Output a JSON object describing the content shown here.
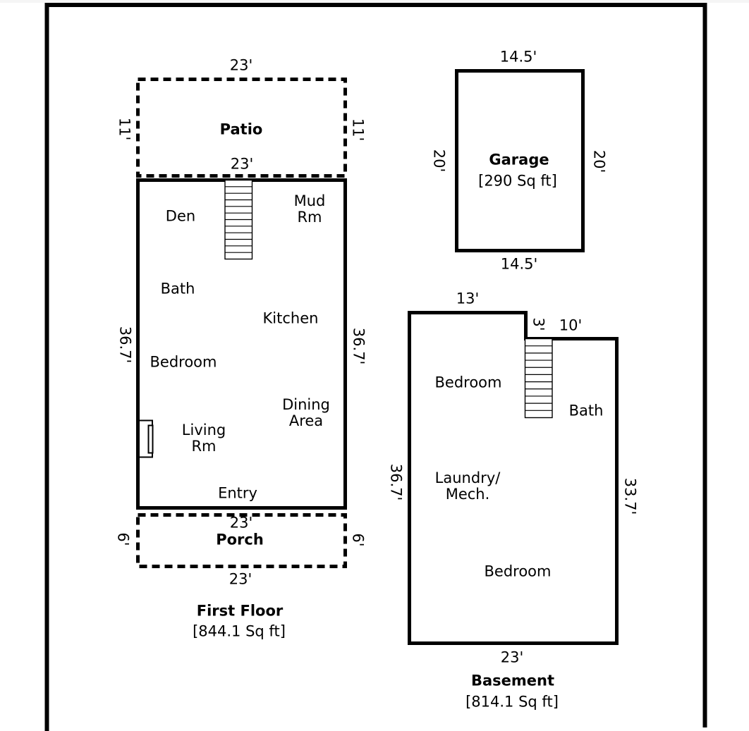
{
  "colors": {
    "line": "#000000",
    "background": "#ffffff"
  },
  "first_floor": {
    "title": "First Floor",
    "area": "[844.1 Sq ft]",
    "patio": {
      "name": "Patio",
      "width_top": "23'",
      "width_bottom": "23'",
      "height_left": "11'",
      "height_right": "11'"
    },
    "main": {
      "height_left": "36.7'",
      "height_right": "36.7'",
      "width_bottom": "23'",
      "rooms": {
        "den": "Den",
        "mud_room": "Mud\nRm",
        "bath": "Bath",
        "kitchen": "Kitchen",
        "bedroom": "Bedroom",
        "dining_area": "Dining\nArea",
        "living_room": "Living\nRm",
        "entry": "Entry"
      }
    },
    "porch": {
      "name": "Porch",
      "width_bottom": "23'",
      "height_left": "6'",
      "height_right": "6'"
    }
  },
  "garage": {
    "title": "Garage",
    "area": "[290 Sq ft]",
    "width_top": "14.5'",
    "width_bottom": "14.5'",
    "height_left": "20'",
    "height_right": "20'"
  },
  "basement": {
    "title": "Basement",
    "area": "[814.1 Sq ft]",
    "width_top_left": "13'",
    "notch_height": "3'",
    "width_top_right": "10'",
    "height_left": "36.7'",
    "height_right": "33.7'",
    "width_bottom": "23'",
    "rooms": {
      "bedroom_upper": "Bedroom",
      "bath": "Bath",
      "laundry_mech": "Laundry/\nMech.",
      "bedroom_lower": "Bedroom"
    }
  }
}
